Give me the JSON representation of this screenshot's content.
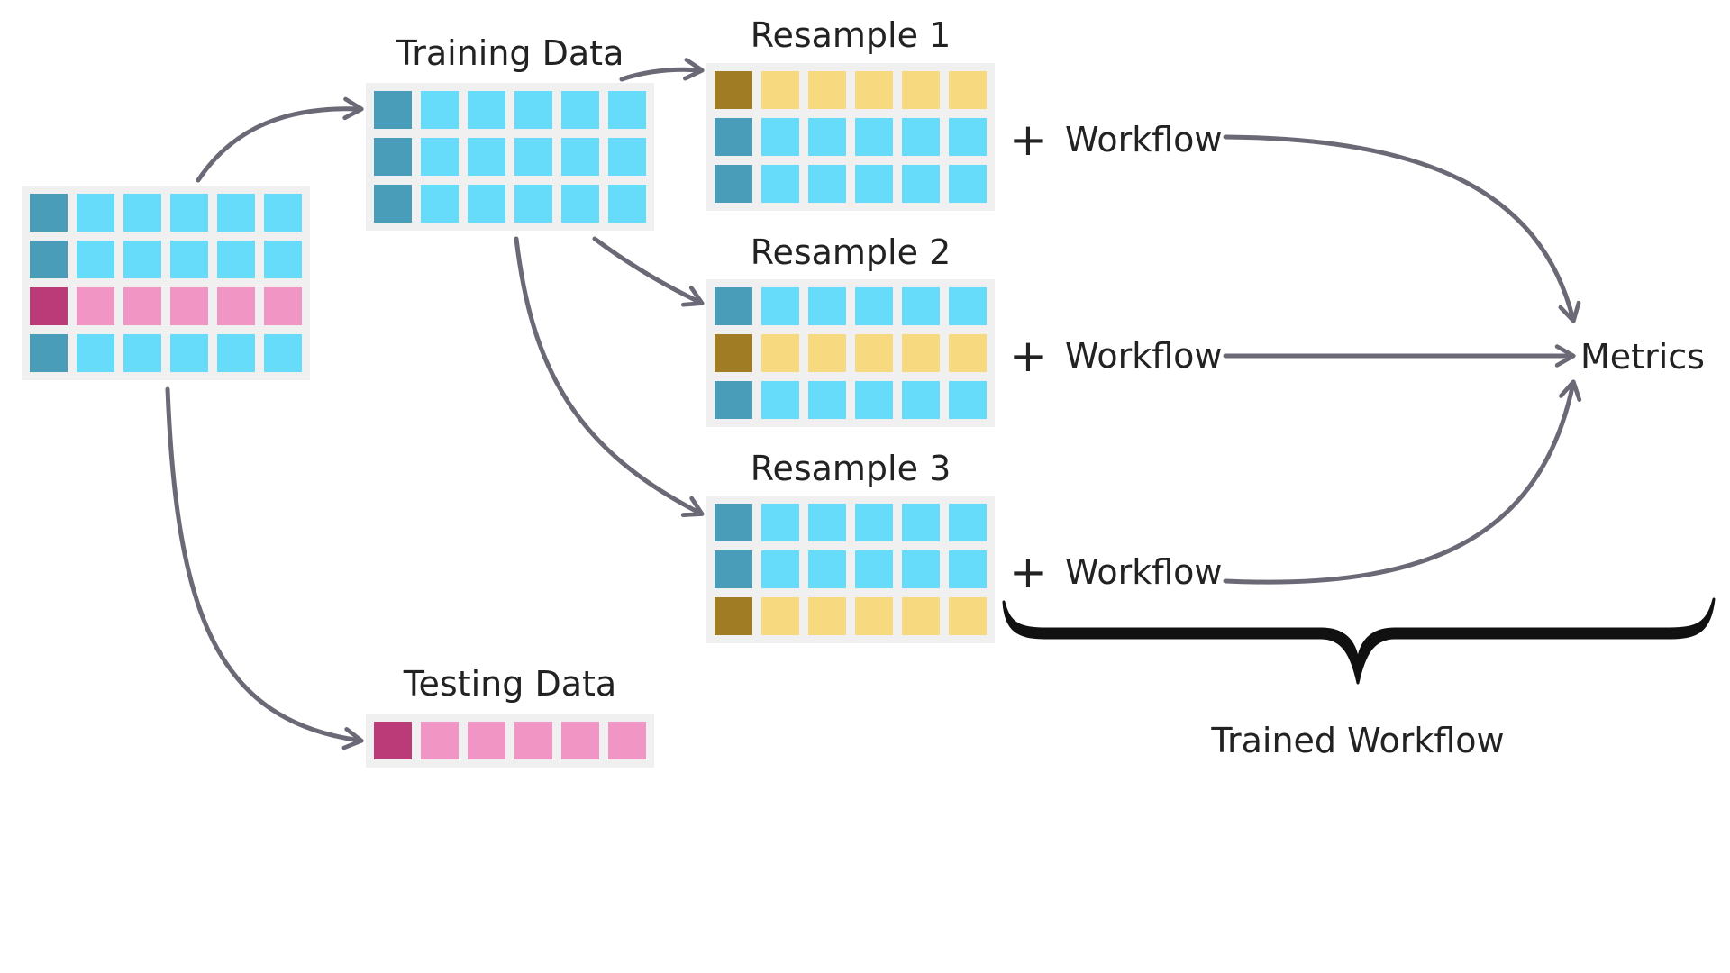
{
  "labels": {
    "training": "Training Data",
    "testing": "Testing Data",
    "resample_1": "Resample 1",
    "resample_2": "Resample 2",
    "resample_3": "Resample 3",
    "workflow": "Workflow",
    "plus": "+",
    "metrics": "Metrics",
    "trained_workflow": "Trained Workflow"
  },
  "colors": {
    "frame": "#f0f0f0",
    "dark_blue": "#4a9db8",
    "light_blue": "#66dbfa",
    "dark_pink": "#bb3a78",
    "light_pink": "#f095c4",
    "dark_gold": "#a07d25",
    "light_gold": "#f7d980",
    "arrow": "#6a6975",
    "brace": "#111111"
  },
  "tables": {
    "full_data": [
      "blue",
      "blue",
      "pink",
      "blue"
    ],
    "training_data": [
      "blue",
      "blue",
      "blue"
    ],
    "testing_data": [
      "pink"
    ],
    "resample_1": [
      "gold",
      "blue",
      "blue"
    ],
    "resample_2": [
      "blue",
      "gold",
      "blue"
    ],
    "resample_3": [
      "blue",
      "blue",
      "gold"
    ]
  },
  "icons": {
    "arrow": "arrow-icon",
    "brace": "curly-brace-icon"
  }
}
